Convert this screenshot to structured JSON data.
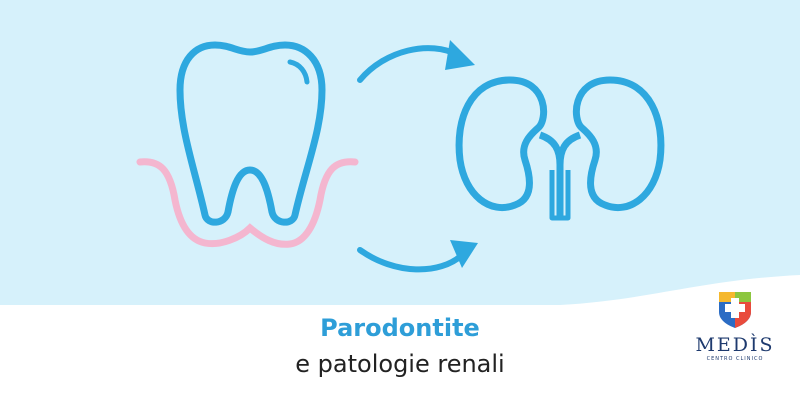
{
  "title": {
    "line1": "Parodontite",
    "line2": "e patologie renali"
  },
  "logo": {
    "brand": "MEDÌS",
    "subtitle": "CENTRO CLINICO"
  },
  "colors": {
    "background": "#d6f1fb",
    "accent": "#2ea8df",
    "gum": "#f4b6cf",
    "title": "#2e9ed8"
  }
}
